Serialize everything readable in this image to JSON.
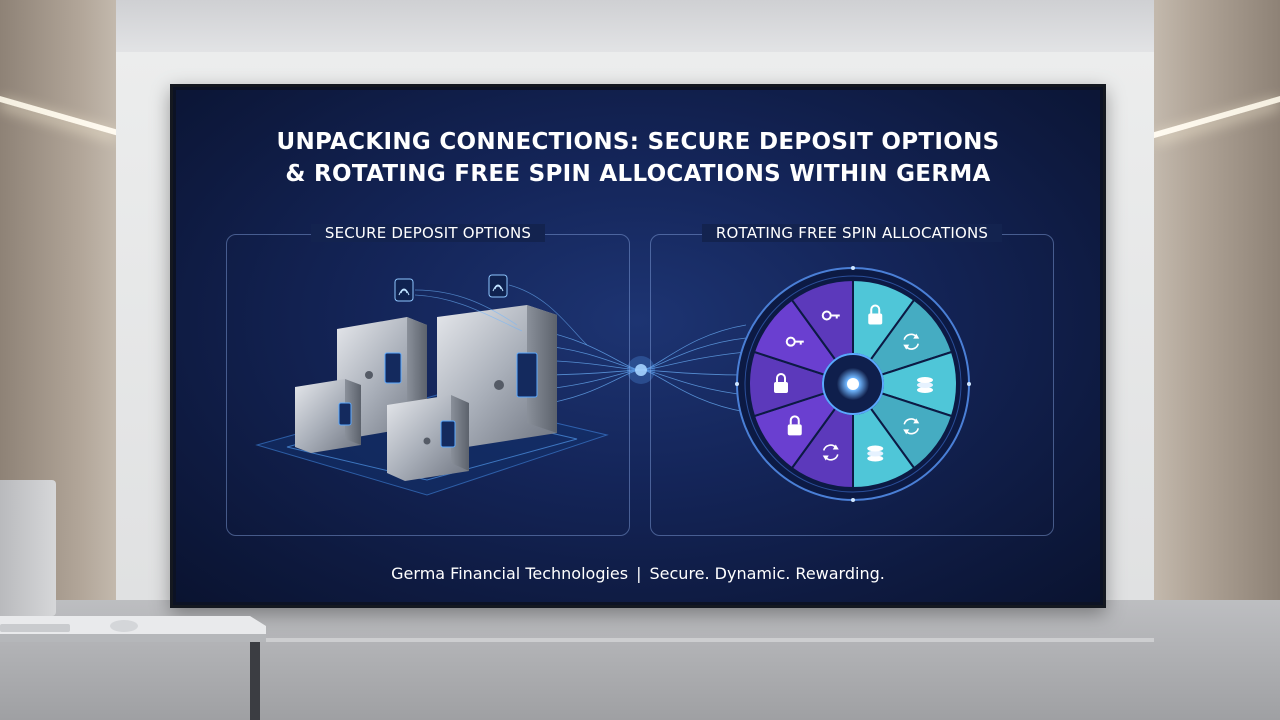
{
  "slide": {
    "title_line1": "UNPACKING CONNECTIONS: SECURE DEPOSIT OPTIONS",
    "title_line2": "& ROTATING FREE SPIN ALLOCATIONS WITHIN GERMA",
    "left_panel": {
      "heading": "SECURE DEPOSIT OPTIONS",
      "illustration": "safes-with-fingerprint-scanners"
    },
    "right_panel": {
      "heading": "ROTATING FREE SPIN ALLOCATIONS",
      "illustration": "spin-wheel",
      "wheel_icons": [
        "lock-icon",
        "rotate-arrows-icon",
        "coin-stack-icon",
        "rotate-arrows-icon",
        "coin-stack-icon",
        "rotate-arrows-icon",
        "lock-icon",
        "lock-icon",
        "key-icon",
        "key-icon"
      ]
    },
    "footer": {
      "company": "Germa Financial Technologies",
      "separator": "|",
      "tagline": "Secure. Dynamic. Rewarding."
    }
  },
  "colors": {
    "screen_bg": "#142559",
    "wheel_purple": "#6a3fd0",
    "wheel_teal": "#4fc6d8",
    "glow": "#5aa8ff"
  }
}
